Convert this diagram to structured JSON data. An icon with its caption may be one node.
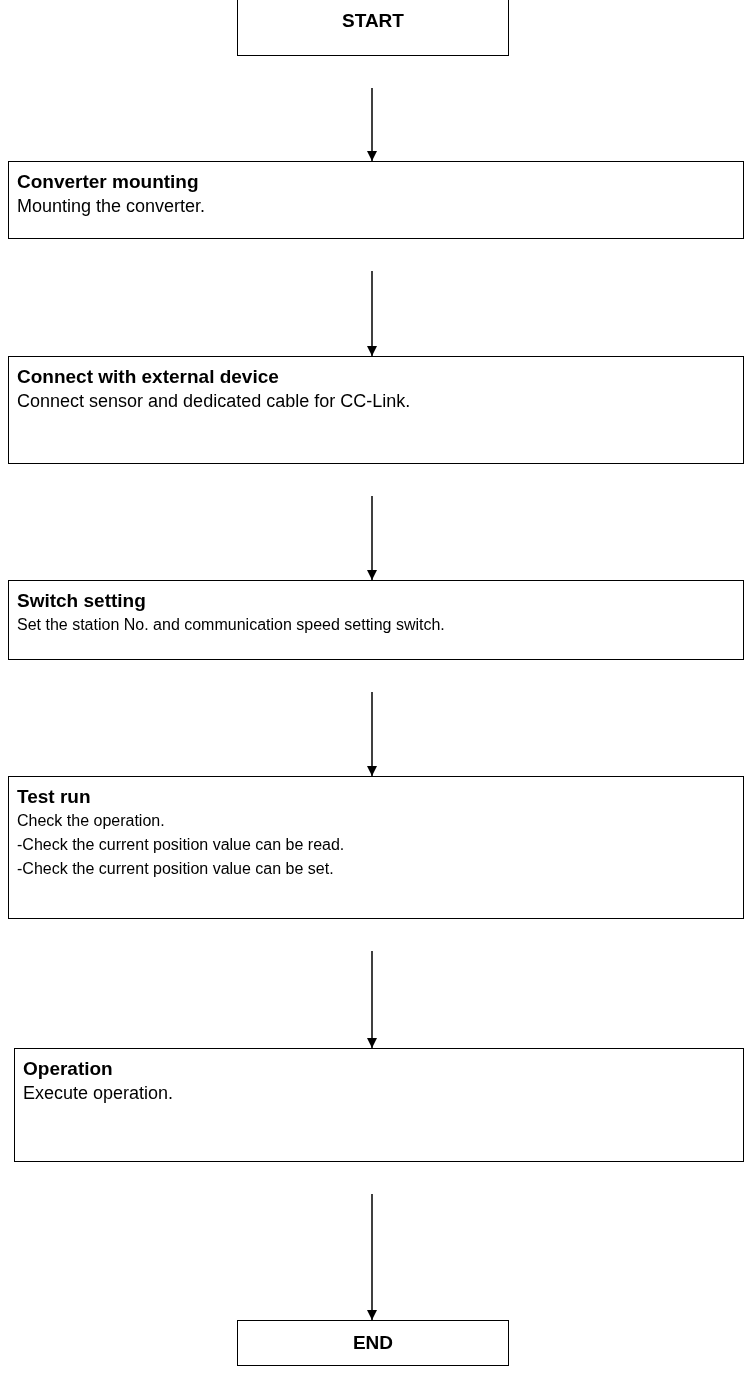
{
  "diagram": {
    "nodes": [
      {
        "text": [
          "START"
        ]
      },
      {
        "text": [
          "Converter mounting",
          "Mounting the converter."
        ]
      },
      {
        "text": [
          "Connect with external device",
          "Connect sensor and dedicated cable for CC-Link."
        ]
      },
      {
        "text": [
          "Switch setting",
          "Set the station No. and communication speed setting switch."
        ]
      },
      {
        "text": [
          "Test run",
          "Check the operation.",
          "-Check the current position value can be read.",
          "-Check the current position value can be set."
        ]
      },
      {
        "text": [
          "Operation",
          "Execute operation."
        ]
      },
      {
        "text": [
          "END"
        ]
      }
    ],
    "edges": [
      {
        "from": 0,
        "to": 1,
        "arrow": "to"
      },
      {
        "from": 1,
        "to": 2,
        "arrow": "to"
      },
      {
        "from": 2,
        "to": 3,
        "arrow": "to"
      },
      {
        "from": 3,
        "to": 4,
        "arrow": "to"
      },
      {
        "from": 4,
        "to": 5,
        "arrow": "to"
      },
      {
        "from": 5,
        "to": 6,
        "arrow": "to"
      }
    ]
  }
}
